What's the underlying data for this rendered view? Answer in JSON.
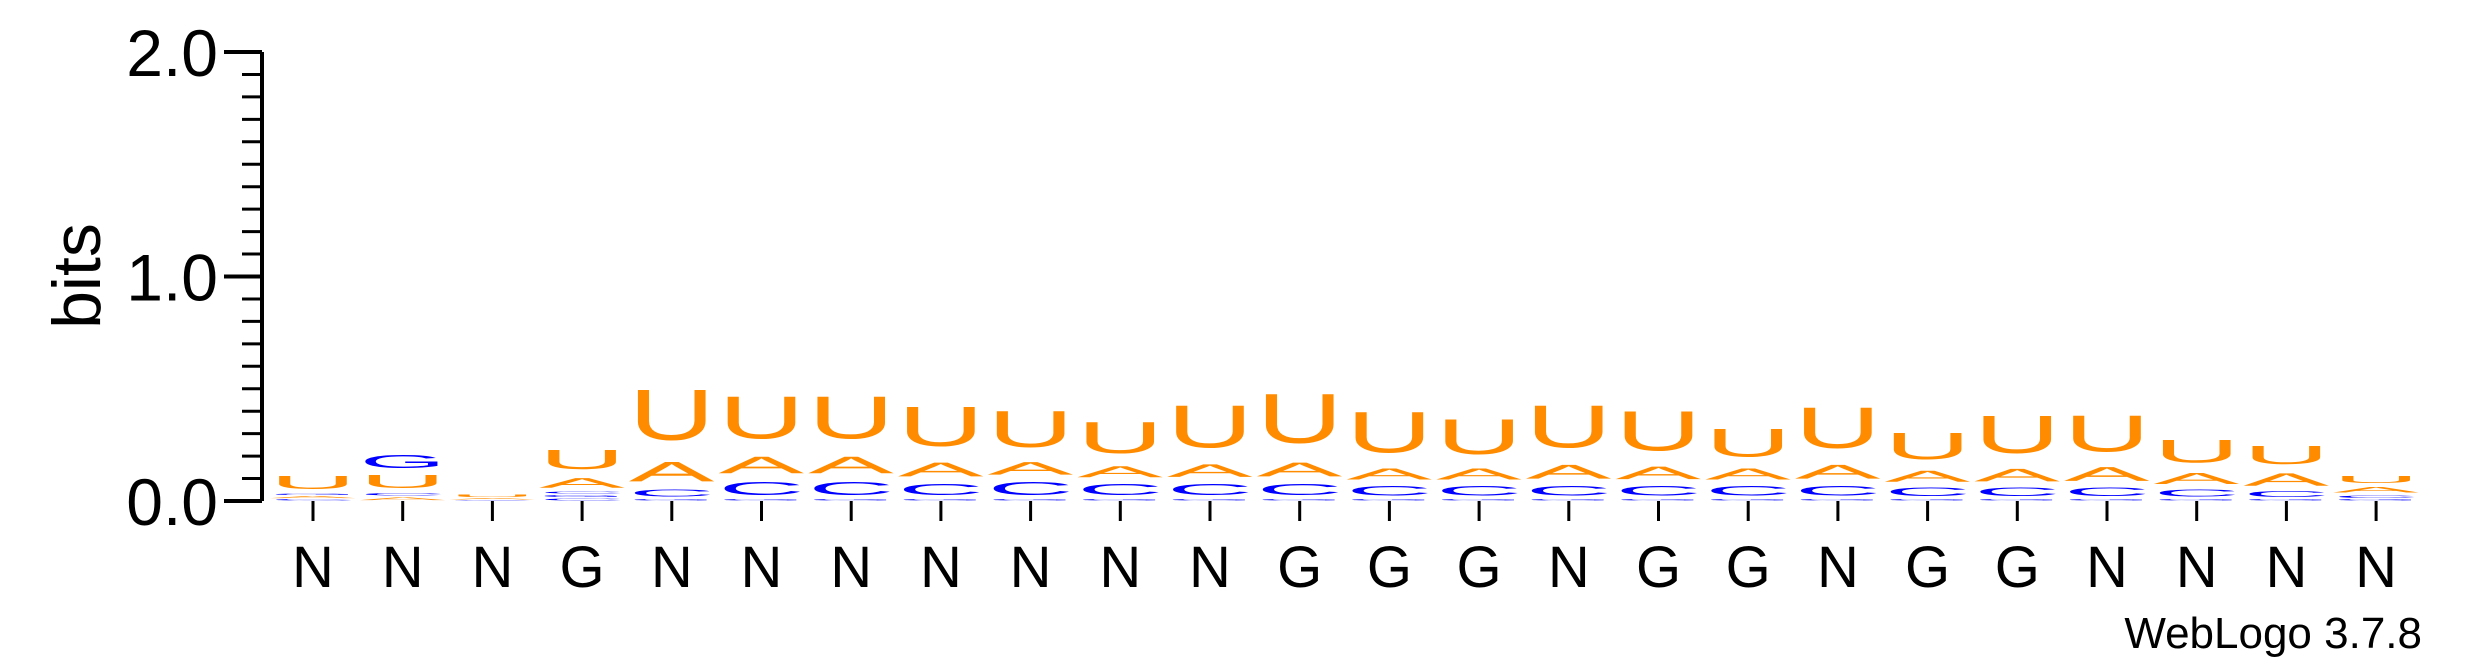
{
  "chart_data": {
    "type": "sequence-logo",
    "ylabel": "bits",
    "ylim": [
      0,
      2.0
    ],
    "yticks": [
      {
        "value": 2.0,
        "label": "2.0"
      },
      {
        "value": 1.0,
        "label": "1.0"
      },
      {
        "value": 0.0,
        "label": "0.0"
      }
    ],
    "positions": [
      "N",
      "N",
      "N",
      "G",
      "N",
      "N",
      "N",
      "N",
      "N",
      "N",
      "N",
      "G",
      "G",
      "G",
      "N",
      "G",
      "G",
      "N",
      "G",
      "G",
      "N",
      "N",
      "N",
      "N"
    ],
    "colors": {
      "U": "#FF8C00",
      "A": "#FF8C00",
      "C": "#0000FF",
      "G": "#0000FF"
    },
    "stacks": [
      [
        {
          "letter": "C",
          "bits": 0.01
        },
        {
          "letter": "A",
          "bits": 0.015
        },
        {
          "letter": "G",
          "bits": 0.01
        },
        {
          "letter": "U",
          "bits": 0.09
        }
      ],
      [
        {
          "letter": "A",
          "bits": 0.02
        },
        {
          "letter": "C",
          "bits": 0.02
        },
        {
          "letter": "U",
          "bits": 0.09
        },
        {
          "letter": "G",
          "bits": 0.09
        }
      ],
      [
        {
          "letter": "C",
          "bits": 0.005
        },
        {
          "letter": "A",
          "bits": 0.01
        },
        {
          "letter": "U",
          "bits": 0.02
        }
      ],
      [
        {
          "letter": "C",
          "bits": 0.015
        },
        {
          "letter": "G",
          "bits": 0.015
        },
        {
          "letter": "C",
          "bits": 0.015
        },
        {
          "letter": "A",
          "bits": 0.07
        },
        {
          "letter": "U",
          "bits": 0.14
        }
      ],
      [
        {
          "letter": "G",
          "bits": 0.01
        },
        {
          "letter": "C",
          "bits": 0.05
        },
        {
          "letter": "A",
          "bits": 0.14
        },
        {
          "letter": "U",
          "bits": 0.36
        }
      ],
      [
        {
          "letter": "G",
          "bits": 0.01
        },
        {
          "letter": "C",
          "bits": 0.09
        },
        {
          "letter": "A",
          "bits": 0.12
        },
        {
          "letter": "U",
          "bits": 0.3
        }
      ],
      [
        {
          "letter": "G",
          "bits": 0.01
        },
        {
          "letter": "C",
          "bits": 0.09
        },
        {
          "letter": "A",
          "bits": 0.12
        },
        {
          "letter": "U",
          "bits": 0.3
        }
      ],
      [
        {
          "letter": "G",
          "bits": 0.01
        },
        {
          "letter": "C",
          "bits": 0.08
        },
        {
          "letter": "A",
          "bits": 0.1
        },
        {
          "letter": "U",
          "bits": 0.28
        }
      ],
      [
        {
          "letter": "G",
          "bits": 0.01
        },
        {
          "letter": "C",
          "bits": 0.09
        },
        {
          "letter": "A",
          "bits": 0.09
        },
        {
          "letter": "U",
          "bits": 0.26
        }
      ],
      [
        {
          "letter": "G",
          "bits": 0.01
        },
        {
          "letter": "C",
          "bits": 0.08
        },
        {
          "letter": "A",
          "bits": 0.08
        },
        {
          "letter": "U",
          "bits": 0.22
        }
      ],
      [
        {
          "letter": "G",
          "bits": 0.01
        },
        {
          "letter": "C",
          "bits": 0.08
        },
        {
          "letter": "A",
          "bits": 0.09
        },
        {
          "letter": "U",
          "bits": 0.3
        }
      ],
      [
        {
          "letter": "G",
          "bits": 0.01
        },
        {
          "letter": "C",
          "bits": 0.08
        },
        {
          "letter": "A",
          "bits": 0.1
        },
        {
          "letter": "U",
          "bits": 0.35
        }
      ],
      [
        {
          "letter": "G",
          "bits": 0.01
        },
        {
          "letter": "C",
          "bits": 0.07
        },
        {
          "letter": "A",
          "bits": 0.08
        },
        {
          "letter": "U",
          "bits": 0.29
        }
      ],
      [
        {
          "letter": "G",
          "bits": 0.01
        },
        {
          "letter": "C",
          "bits": 0.07
        },
        {
          "letter": "A",
          "bits": 0.08
        },
        {
          "letter": "U",
          "bits": 0.25
        }
      ],
      [
        {
          "letter": "G",
          "bits": 0.01
        },
        {
          "letter": "C",
          "bits": 0.07
        },
        {
          "letter": "A",
          "bits": 0.1
        },
        {
          "letter": "U",
          "bits": 0.3
        }
      ],
      [
        {
          "letter": "G",
          "bits": 0.01
        },
        {
          "letter": "C",
          "bits": 0.07
        },
        {
          "letter": "A",
          "bits": 0.09
        },
        {
          "letter": "U",
          "bits": 0.28
        }
      ],
      [
        {
          "letter": "G",
          "bits": 0.01
        },
        {
          "letter": "C",
          "bits": 0.07
        },
        {
          "letter": "A",
          "bits": 0.08
        },
        {
          "letter": "U",
          "bits": 0.2
        }
      ],
      [
        {
          "letter": "G",
          "bits": 0.01
        },
        {
          "letter": "C",
          "bits": 0.07
        },
        {
          "letter": "A",
          "bits": 0.1
        },
        {
          "letter": "U",
          "bits": 0.29
        }
      ],
      [
        {
          "letter": "G",
          "bits": 0.01
        },
        {
          "letter": "C",
          "bits": 0.06
        },
        {
          "letter": "A",
          "bits": 0.08
        },
        {
          "letter": "U",
          "bits": 0.19
        }
      ],
      [
        {
          "letter": "G",
          "bits": 0.01
        },
        {
          "letter": "C",
          "bits": 0.06
        },
        {
          "letter": "A",
          "bits": 0.09
        },
        {
          "letter": "U",
          "bits": 0.27
        }
      ],
      [
        {
          "letter": "G",
          "bits": 0.01
        },
        {
          "letter": "C",
          "bits": 0.06
        },
        {
          "letter": "A",
          "bits": 0.1
        },
        {
          "letter": "U",
          "bits": 0.26
        }
      ],
      [
        {
          "letter": "G",
          "bits": 0.01
        },
        {
          "letter": "C",
          "bits": 0.05
        },
        {
          "letter": "A",
          "bits": 0.08
        },
        {
          "letter": "U",
          "bits": 0.16
        }
      ],
      [
        {
          "letter": "G",
          "bits": 0.01
        },
        {
          "letter": "C",
          "bits": 0.04
        },
        {
          "letter": "A",
          "bits": 0.09
        },
        {
          "letter": "U",
          "bits": 0.13
        }
      ],
      [
        {
          "letter": "G",
          "bits": 0.01
        },
        {
          "letter": "C",
          "bits": 0.02
        },
        {
          "letter": "A",
          "bits": 0.04
        },
        {
          "letter": "U",
          "bits": 0.05
        }
      ]
    ],
    "credit": "WebLogo 3.7.8"
  }
}
